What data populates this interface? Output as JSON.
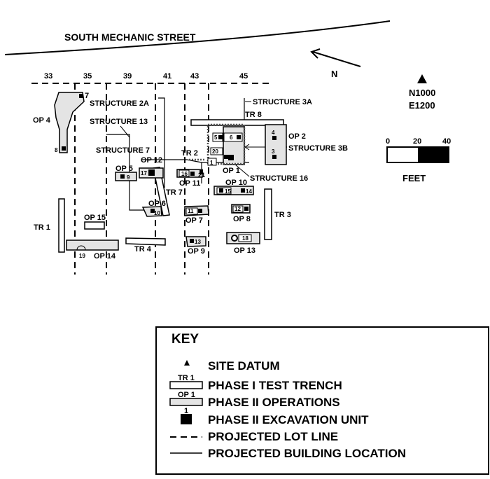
{
  "street": "SOUTH MECHANIC STREET",
  "north_label": "N",
  "datum": {
    "line1": "N1000",
    "line2": "E1200"
  },
  "scale": {
    "ticks": [
      "0",
      "20",
      "40"
    ],
    "unit": "FEET"
  },
  "lot_numbers": [
    "33",
    "35",
    "39",
    "41",
    "43",
    "45"
  ],
  "structures": {
    "s2a": "STRUCTURE 2A",
    "s13": "STRUCTURE 13",
    "s7": "STRUCTURE 7",
    "s3a": "STRUCTURE 3A",
    "s3b": "STRUCTURE 3B",
    "s16": "STRUCTURE 16"
  },
  "trenches": {
    "tr1": "TR 1",
    "tr2": "TR 2",
    "tr3": "TR 3",
    "tr4": "TR 4",
    "tr7": "TR 7",
    "tr8": "TR 8"
  },
  "operations": {
    "op1": "OP 1",
    "op2": "OP 2",
    "op4": "OP 4",
    "op5": "OP 5",
    "op6": "OP 6",
    "op7": "OP 7",
    "op8": "OP 8",
    "op9": "OP 9",
    "op10": "OP 10",
    "op11": "OP 11",
    "op12": "OP 12",
    "op13": "OP 13",
    "op14": "OP 14",
    "op15": "OP 15"
  },
  "units": {
    "u1": "1",
    "u3": "3",
    "u4": "4",
    "u5": "5",
    "u6": "6",
    "u7": "7",
    "u8": "8",
    "u9": "9",
    "u10": "10",
    "u11": "11",
    "u12": "12",
    "u13": "13",
    "u14": "14",
    "u15": "15",
    "u16": "16",
    "u17": "17",
    "u18": "18",
    "u19": "19",
    "u20": "20",
    "u21": "21"
  },
  "key": {
    "title": "KEY",
    "items": [
      {
        "sample": "",
        "label": "SITE DATUM"
      },
      {
        "sample": "TR 1",
        "label": "PHASE I TEST TRENCH"
      },
      {
        "sample": "OP 1",
        "label": "PHASE II OPERATIONS"
      },
      {
        "sample": "1",
        "label": "PHASE II EXCAVATION UNIT"
      },
      {
        "sample": "",
        "label": "PROJECTED LOT LINE"
      },
      {
        "sample": "",
        "label": "PROJECTED BUILDING LOCATION"
      }
    ]
  }
}
